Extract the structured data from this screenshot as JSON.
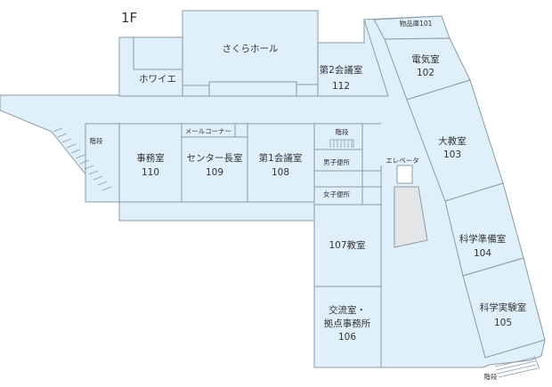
{
  "floor": "1F",
  "colors": {
    "room_fill": "#dff0fb",
    "wall": "#8a9aa6",
    "elevator_shaft": "#e3e5e6",
    "text": "#333333"
  },
  "rooms": {
    "sakura_hall": {
      "name": "さくらホール"
    },
    "foyer": {
      "name": "ホワイエ"
    },
    "conf2": {
      "name": "第2会議室",
      "number": "112"
    },
    "storage": {
      "name": "物品庫101"
    },
    "electrical": {
      "name": "電気室",
      "number": "102"
    },
    "main_classroom": {
      "name": "大教室",
      "number": "103"
    },
    "science_prep": {
      "name": "科学準備室",
      "number": "104"
    },
    "science_lab": {
      "name": "科学実験室",
      "number": "105"
    },
    "exchange": {
      "name_line1": "交流室・",
      "name_line2": "拠点事務所",
      "number": "106"
    },
    "classroom107": {
      "name": "107教室"
    },
    "conf1": {
      "name": "第1会議室",
      "number": "108"
    },
    "director": {
      "name": "センター長室",
      "number": "109"
    },
    "office": {
      "name": "事務室",
      "number": "110"
    }
  },
  "labels": {
    "mail_corner": "メールコーナー",
    "stairs_left": "階段",
    "stairs_center": "階段",
    "stairs_bottom": "階段",
    "mens_restroom": "男子便所",
    "womens_restroom": "女子便所",
    "elevator": "エレベータ"
  }
}
